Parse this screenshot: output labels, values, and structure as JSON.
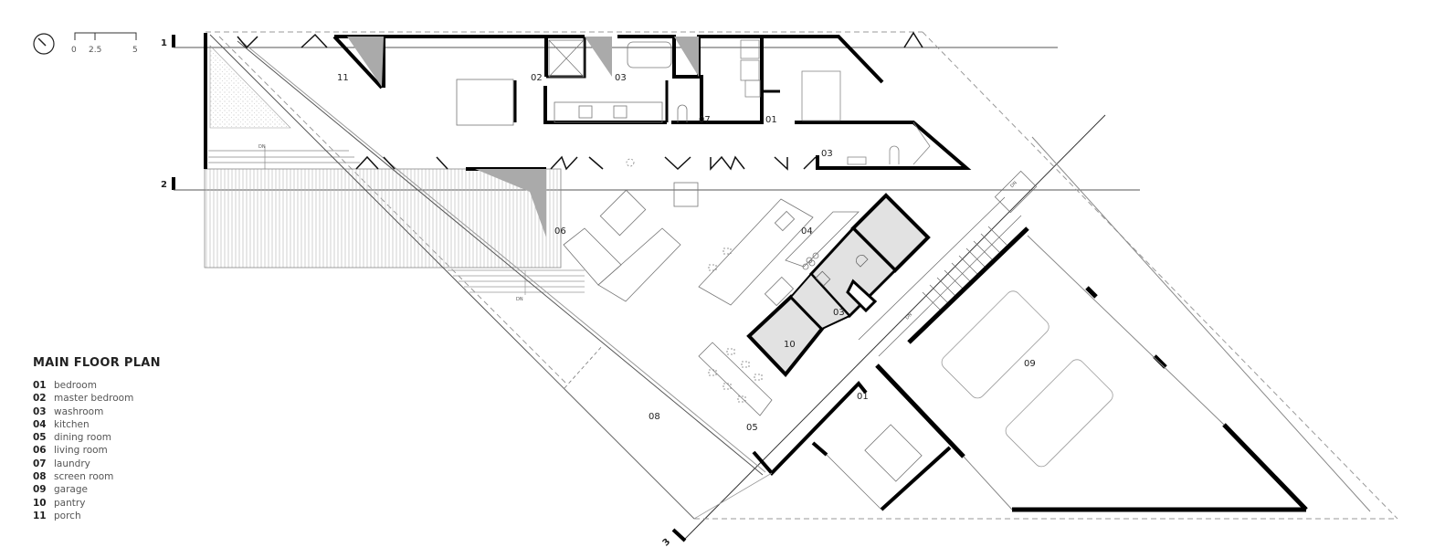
{
  "title": "MAIN FLOOR PLAN",
  "scale_bar": {
    "ticks": [
      "0",
      "2.5",
      "5"
    ]
  },
  "north_arrow": {
    "icon": "north-arrow-icon"
  },
  "grid_axes": [
    "1",
    "2",
    "3"
  ],
  "stair_labels": {
    "dn": "DN"
  },
  "legend": [
    {
      "num": "01",
      "label": "bedroom"
    },
    {
      "num": "02",
      "label": "master bedroom"
    },
    {
      "num": "03",
      "label": "washroom"
    },
    {
      "num": "04",
      "label": "kitchen"
    },
    {
      "num": "05",
      "label": "dining room"
    },
    {
      "num": "06",
      "label": "living room"
    },
    {
      "num": "07",
      "label": "laundry"
    },
    {
      "num": "08",
      "label": "screen room"
    },
    {
      "num": "09",
      "label": "garage"
    },
    {
      "num": "10",
      "label": "pantry"
    },
    {
      "num": "11",
      "label": "porch"
    }
  ],
  "room_tags": {
    "porch": "11",
    "master_bedroom": "02",
    "washroom_master": "03",
    "laundry": "07",
    "bedroom_north": "01",
    "washroom_north": "03",
    "living": "06",
    "kitchen": "04",
    "washroom_core": "03",
    "pantry": "10",
    "garage": "09",
    "bedroom_south": "01",
    "screen_room": "08",
    "dining": "05"
  },
  "colors": {
    "wall": "#000000",
    "line": "#555555",
    "light_line": "#999999",
    "core_fill": "#e2e2e2",
    "wedge_fill": "#aaaaaa"
  }
}
